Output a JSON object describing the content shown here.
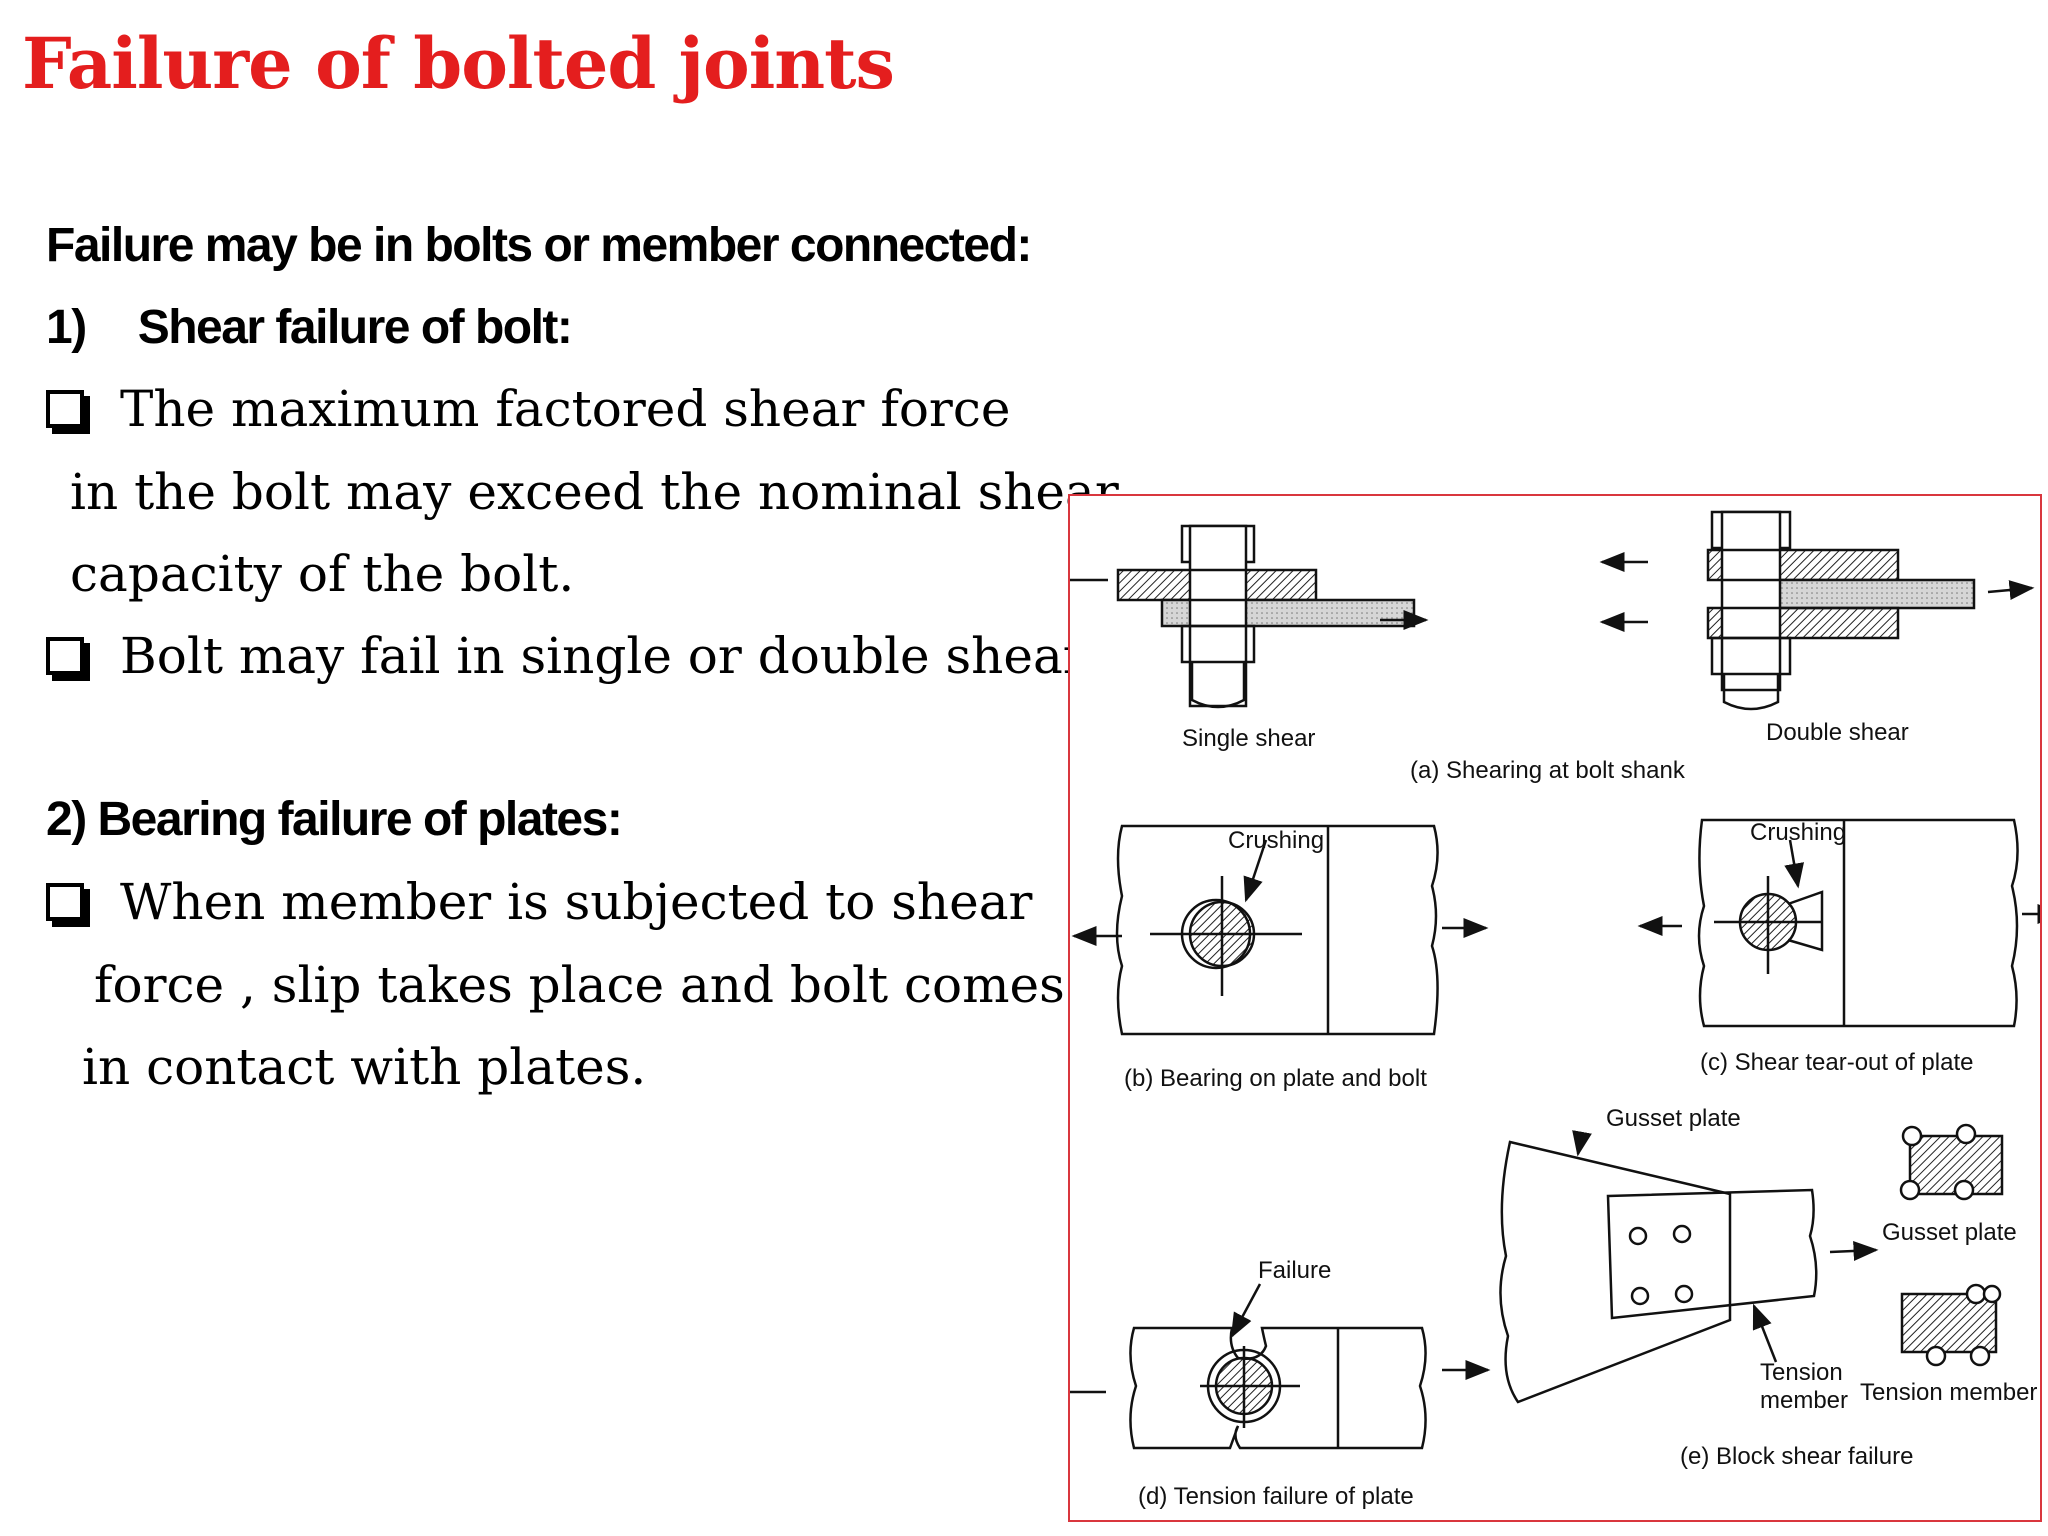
{
  "slide": {
    "title": "Failure of bolted joints",
    "intro": "Failure may be  in bolts or member  connected:",
    "section1": {
      "heading_num": "1)",
      "heading": "Shear failure of bolt:",
      "bullet1_lines": [
        "The maximum factored shear force",
        "in the bolt may exceed the nominal shear",
        "capacity of the bolt."
      ],
      "bullet2": "Bolt may fail in single or double shear."
    },
    "section2": {
      "heading": "2) Bearing failure of plates:",
      "bullet1_lines": [
        "When member is subjected to shear",
        "force , slip takes place and bolt comes",
        "in contact  with plates."
      ]
    }
  },
  "figure": {
    "single_shear": "Single shear",
    "double_shear": "Double shear",
    "caption_a": "(a) Shearing at bolt shank",
    "crushing_b": "Crushing",
    "crushing_c": "Crushing",
    "caption_b": "(b) Bearing on plate and bolt",
    "caption_c": "(c) Shear tear-out of plate",
    "gusset_plate_top": "Gusset plate",
    "gusset_plate_right": "Gusset plate",
    "failure": "Failure",
    "tension_line1": "Tension",
    "tension_line2": "member",
    "tension_member": "Tension member",
    "caption_d": "(d) Tension failure of plate",
    "caption_e": "(e) Block shear failure"
  },
  "colors": {
    "title": "#e41e1e",
    "figure_border": "#d9363e"
  },
  "icons": [
    "checkbox-bullet-icon"
  ]
}
